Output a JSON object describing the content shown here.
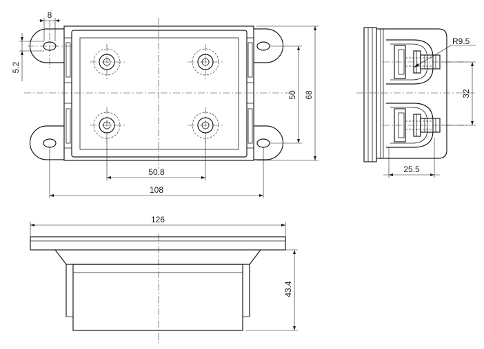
{
  "dimensions": {
    "hole_spacing": "8",
    "hole_offset": "5.2",
    "terminal_pitch_h": "50.8",
    "mount_width": "108",
    "terminal_pitch_v": "50",
    "overall_height": "68",
    "radius": "R9.5",
    "side_pitch": "32",
    "side_depth": "25.5",
    "overall_length": "126",
    "body_height": "43.4"
  }
}
